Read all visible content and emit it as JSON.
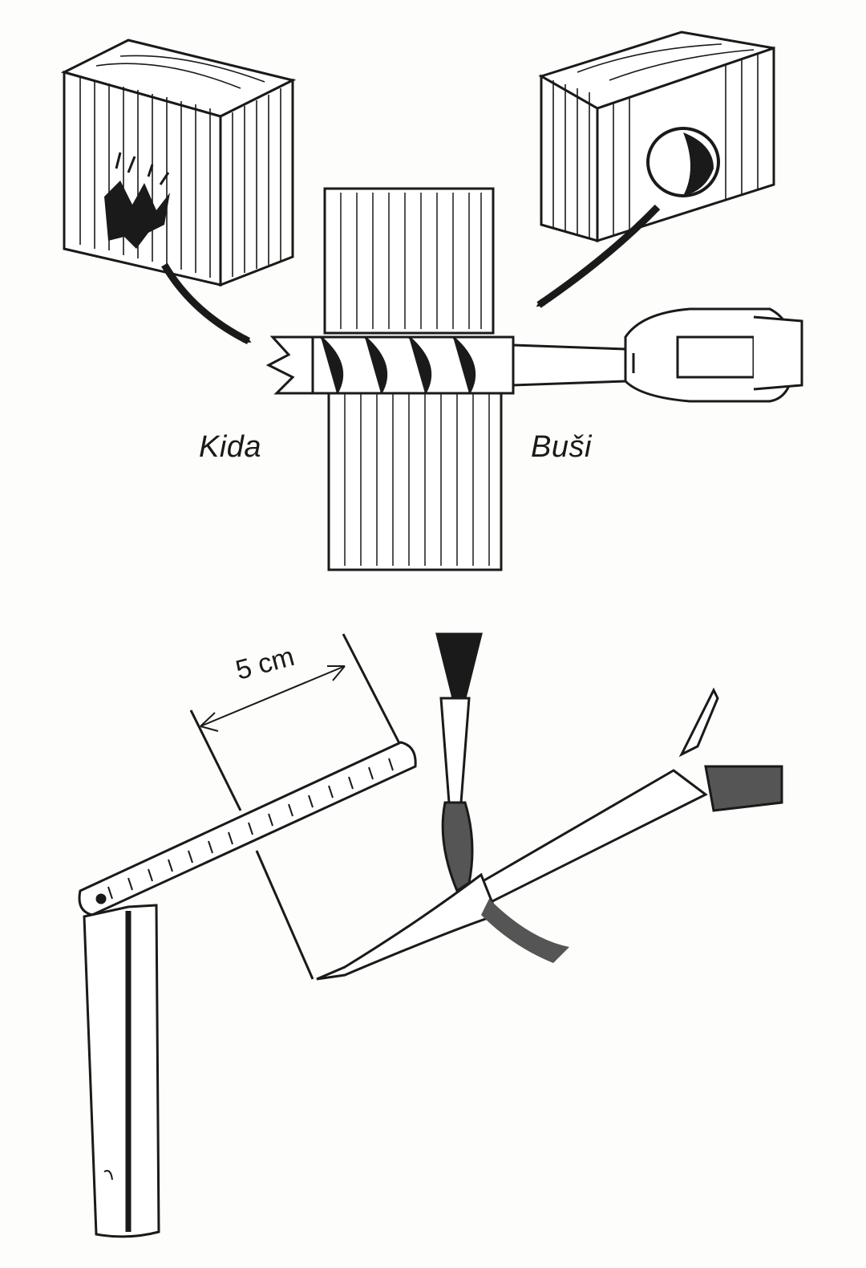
{
  "figure_top": {
    "label_left": "Kida",
    "label_right": "Buši"
  },
  "figure_bottom": {
    "dimension_label": "5 cm"
  },
  "colors": {
    "ink": "#1a1a1a",
    "paper": "#fdfdfb",
    "shade": "#555555"
  }
}
